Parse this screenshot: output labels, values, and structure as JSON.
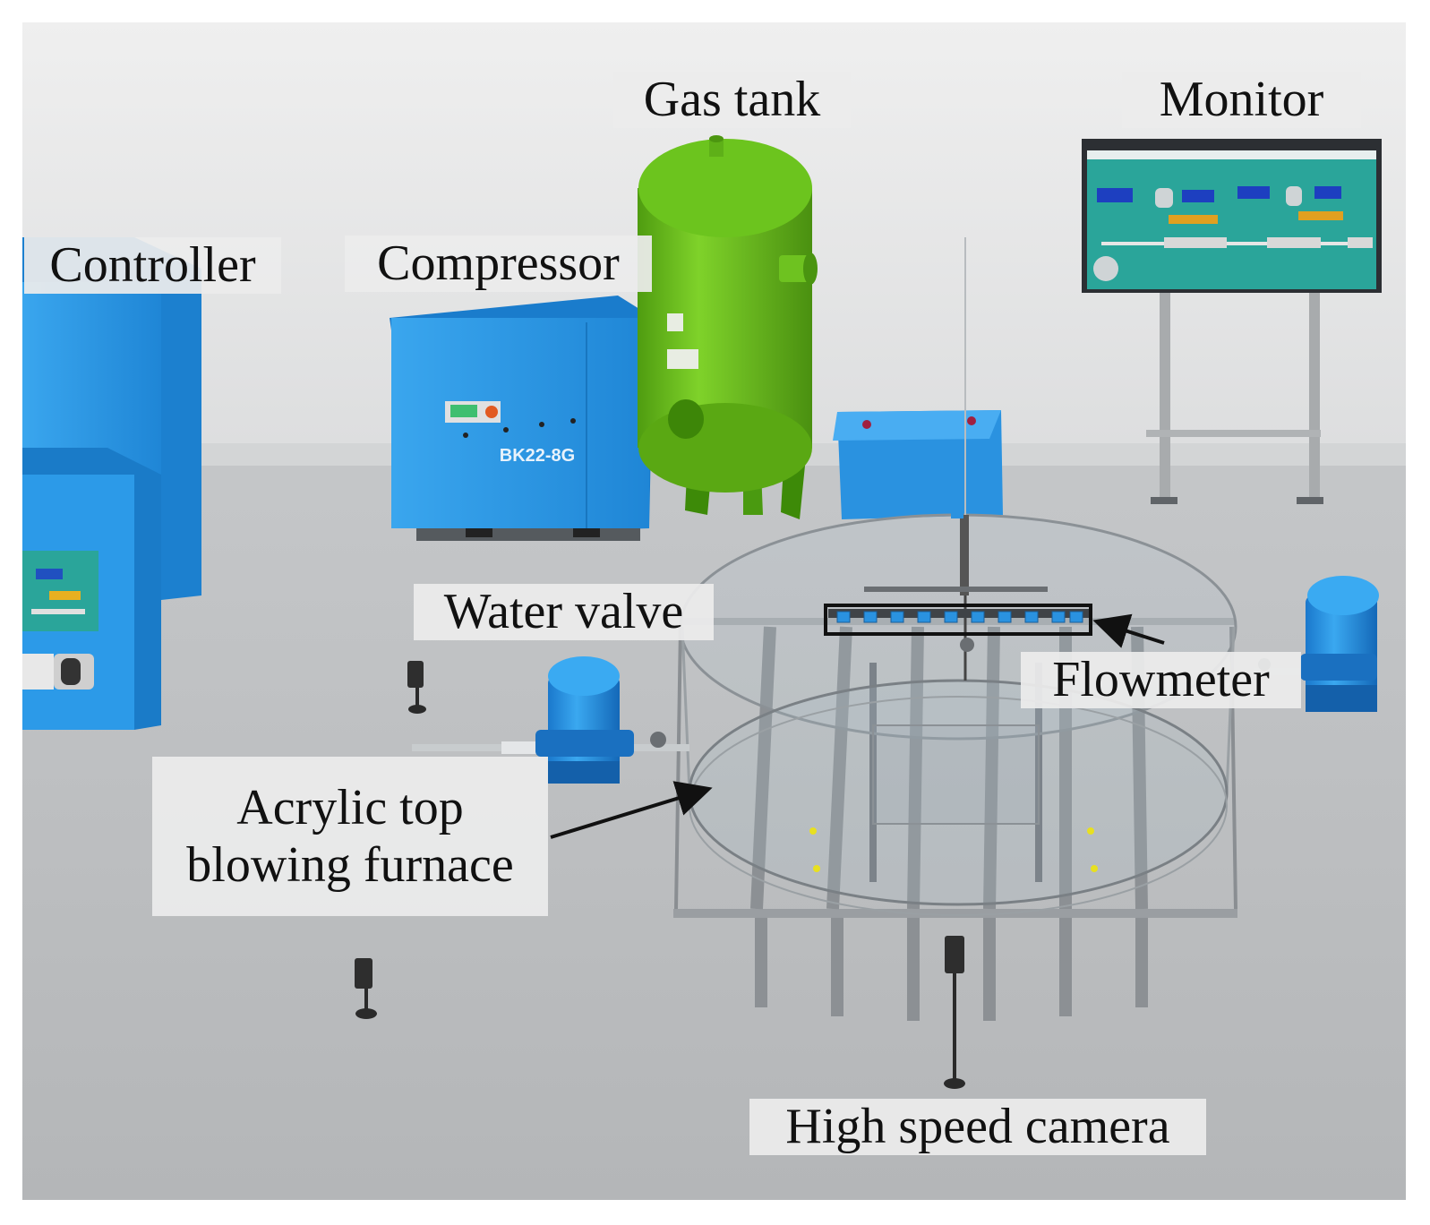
{
  "labels": {
    "controller": "Controller",
    "compressor": "Compressor",
    "gas_tank": "Gas tank",
    "monitor": "Monitor",
    "water_valve": "Water valve",
    "flowmeter": "Flowmeter",
    "furnace_line1": "Acrylic top",
    "furnace_line2": "blowing furnace",
    "camera": "High speed camera"
  },
  "compressor_model": "BK22-8G",
  "colors": {
    "equipment_blue": "#2b97e6",
    "tank_green": "#6fc21a",
    "floor": "#b9bcbf",
    "wall": "#e9eaeb",
    "frame_steel": "#8e9296",
    "monitor_screen": "#2aa59a"
  }
}
